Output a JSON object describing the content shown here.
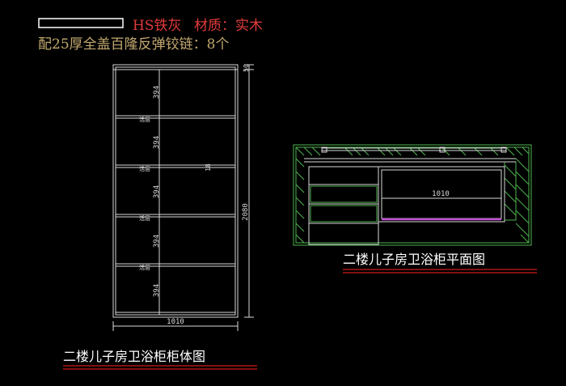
{
  "header": {
    "material_prefix": "HS铁灰",
    "material_label": "材质：实木",
    "hinge_note": "配25厚全盖百隆反弹铰链：8个"
  },
  "elevation": {
    "title": "二楼儿子房卫浴柜柜体图",
    "width_dim": "1010",
    "height_dim": "2080",
    "top_gap_dim": "50",
    "center_gap_dim": "18",
    "shelf_dims": [
      "394",
      "394",
      "394",
      "394",
      "394"
    ],
    "shelf_labels": [
      "活层",
      "活层",
      "活层",
      "活层"
    ]
  },
  "plan": {
    "title": "二楼儿子房卫浴柜平面图",
    "width_dim": "1010"
  },
  "colors": {
    "background": "#000000",
    "lines": "#d9d9d9",
    "title_text": "#ffffff",
    "title_underline": "#d11a1a",
    "header_red": "#e23a3a",
    "header_tan": "#c2a86f",
    "hatch": "#4fb34f",
    "magenta": "#c14fd6",
    "box_outline": "#ffffff"
  }
}
